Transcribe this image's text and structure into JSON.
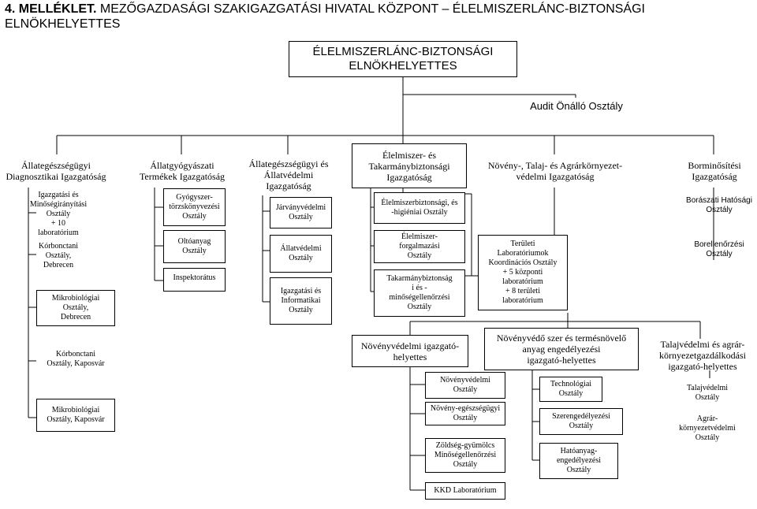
{
  "title": {
    "prefix": "4. MELLÉKLET.",
    "line1": " MEZŐGAZDASÁGI SZAKIGAZGATÁSI HIVATAL KÖZPONT – ÉLELMISZERLÁNC-BIZTONSÁGI",
    "line2": "ELNÖKHELYETTES"
  },
  "top": {
    "deputy": "ÉLELMISZERLÁNC-BIZTONSÁGI\nELNÖKHELYETTES",
    "audit": "Audit Önálló Osztály"
  },
  "directorates": {
    "animal_health_diag": "Állategészségügyi\nDiagnosztikai Igazgatóság",
    "vet_medicine": "Állatgyógyászati\nTermékek Igazgatóság",
    "animal_health_welfare": "Állategészségügyi és\nÁllatvédelmi\nIgazgatóság",
    "food_feed": "Élelmiszer- és\nTakarmánybiztonsági\nIgazgatóság",
    "plant_soil": "Növény-, Talaj- és Agrárkörnyezet-\nvédelmi Igazgatóság",
    "wine": "Borminősítési\nIgazgatóság"
  },
  "col1": {
    "admin_quality": "Igazgatási és\nMinőségirányítási\nOsztály\n+ 10 laboratórium",
    "pathology_debrecen": "Kórbonctani\nOsztály, Debrecen",
    "micro_debrecen": "Mikrobiológiai\nOsztály,\nDebrecen",
    "pathology_kaposvar": "Kórbonctani\nOsztály, Kaposvár",
    "micro_kaposvar": "Mikrobiológiai\nOsztály, Kaposvár"
  },
  "col2": {
    "pharma_registry": "Gyógyszer-\ntörzskönyvezési\nOsztály",
    "vaccine": "Oltóanyag\nOsztály",
    "inspectorate": "Inspektorátus"
  },
  "col3": {
    "epidemic": "Járványvédelmi\nOsztály",
    "animal_welfare": "Állatvédelmi\nOsztály",
    "admin_it": "Igazgatási és\nInformatikai\nOsztály"
  },
  "col4": {
    "food_safety_hygiene": "Élelmiszerbiztonsági, és\n-higiéniai Osztály",
    "food_trade": "Élelmiszer-\nforgalmazási\nOsztály",
    "feed_safety": "Takarmánybiztonság\ni és -\nminőségellenőrzési\nOsztály"
  },
  "regional_labs": "Területi\nLaboratóriumok\nKoordinációs Osztály\n+ 5 központi\nlaboratórium\n+ 8 területi\nlaboratórium",
  "col6": {
    "wine_authority": "Borászati Hatósági\nOsztály",
    "wine_control": "Borellenőrzési\nOsztály"
  },
  "deputies": {
    "plant_protection": "Növényvédelmi igazgató-\nhelyettes",
    "pesticide_fertilizer": "Növényvédő szer és termésnövelő\nanyag engedélyezési\nigazgató-helyettes",
    "soil_agri": "Talajvédelmi és agrár-\nkörnyezetgazdálkodási\nigazgató-helyettes"
  },
  "plant_depts": {
    "plant_protection_dept": "Növényvédelmi\nOsztály",
    "plant_health": "Növény-egészségügyi\nOsztály",
    "fruit_veg": "Zöldség-gyümölcs\nMinőségellenőrzési\nOsztály",
    "kkd_lab": "KKD Laboratórium"
  },
  "pesticide_depts": {
    "technology": "Technológiai\nOsztály",
    "licensing": "Szerengedélyezési\nOsztály",
    "efficacy": "Hatóanyag-\nengedélyezési\nOsztály"
  },
  "soil_depts": {
    "soil_protection": "Talajvédelmi\nOsztály",
    "agri_env": "Agrár-\nkörnyezetvédelmi\nOsztály"
  }
}
